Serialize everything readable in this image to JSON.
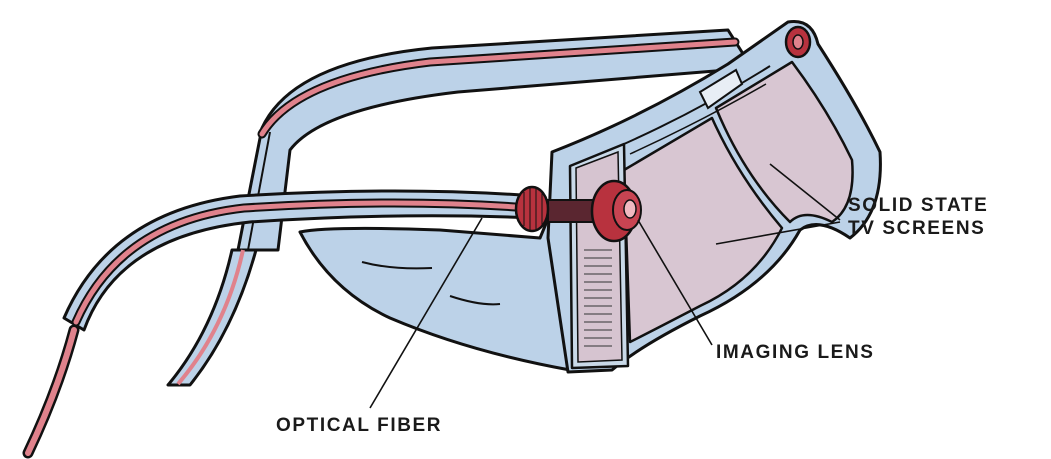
{
  "labels": {
    "screens_line1": "SOLID STATE",
    "screens_line2": "TV SCREENS",
    "lens": "IMAGING LENS",
    "fiber": "OPTICAL FIBER"
  },
  "colors": {
    "frame": "#bcd2e8",
    "outline": "#111111",
    "fiber": "#e0828c",
    "screen": "#d8c6d2",
    "knob": "#b8323e"
  }
}
